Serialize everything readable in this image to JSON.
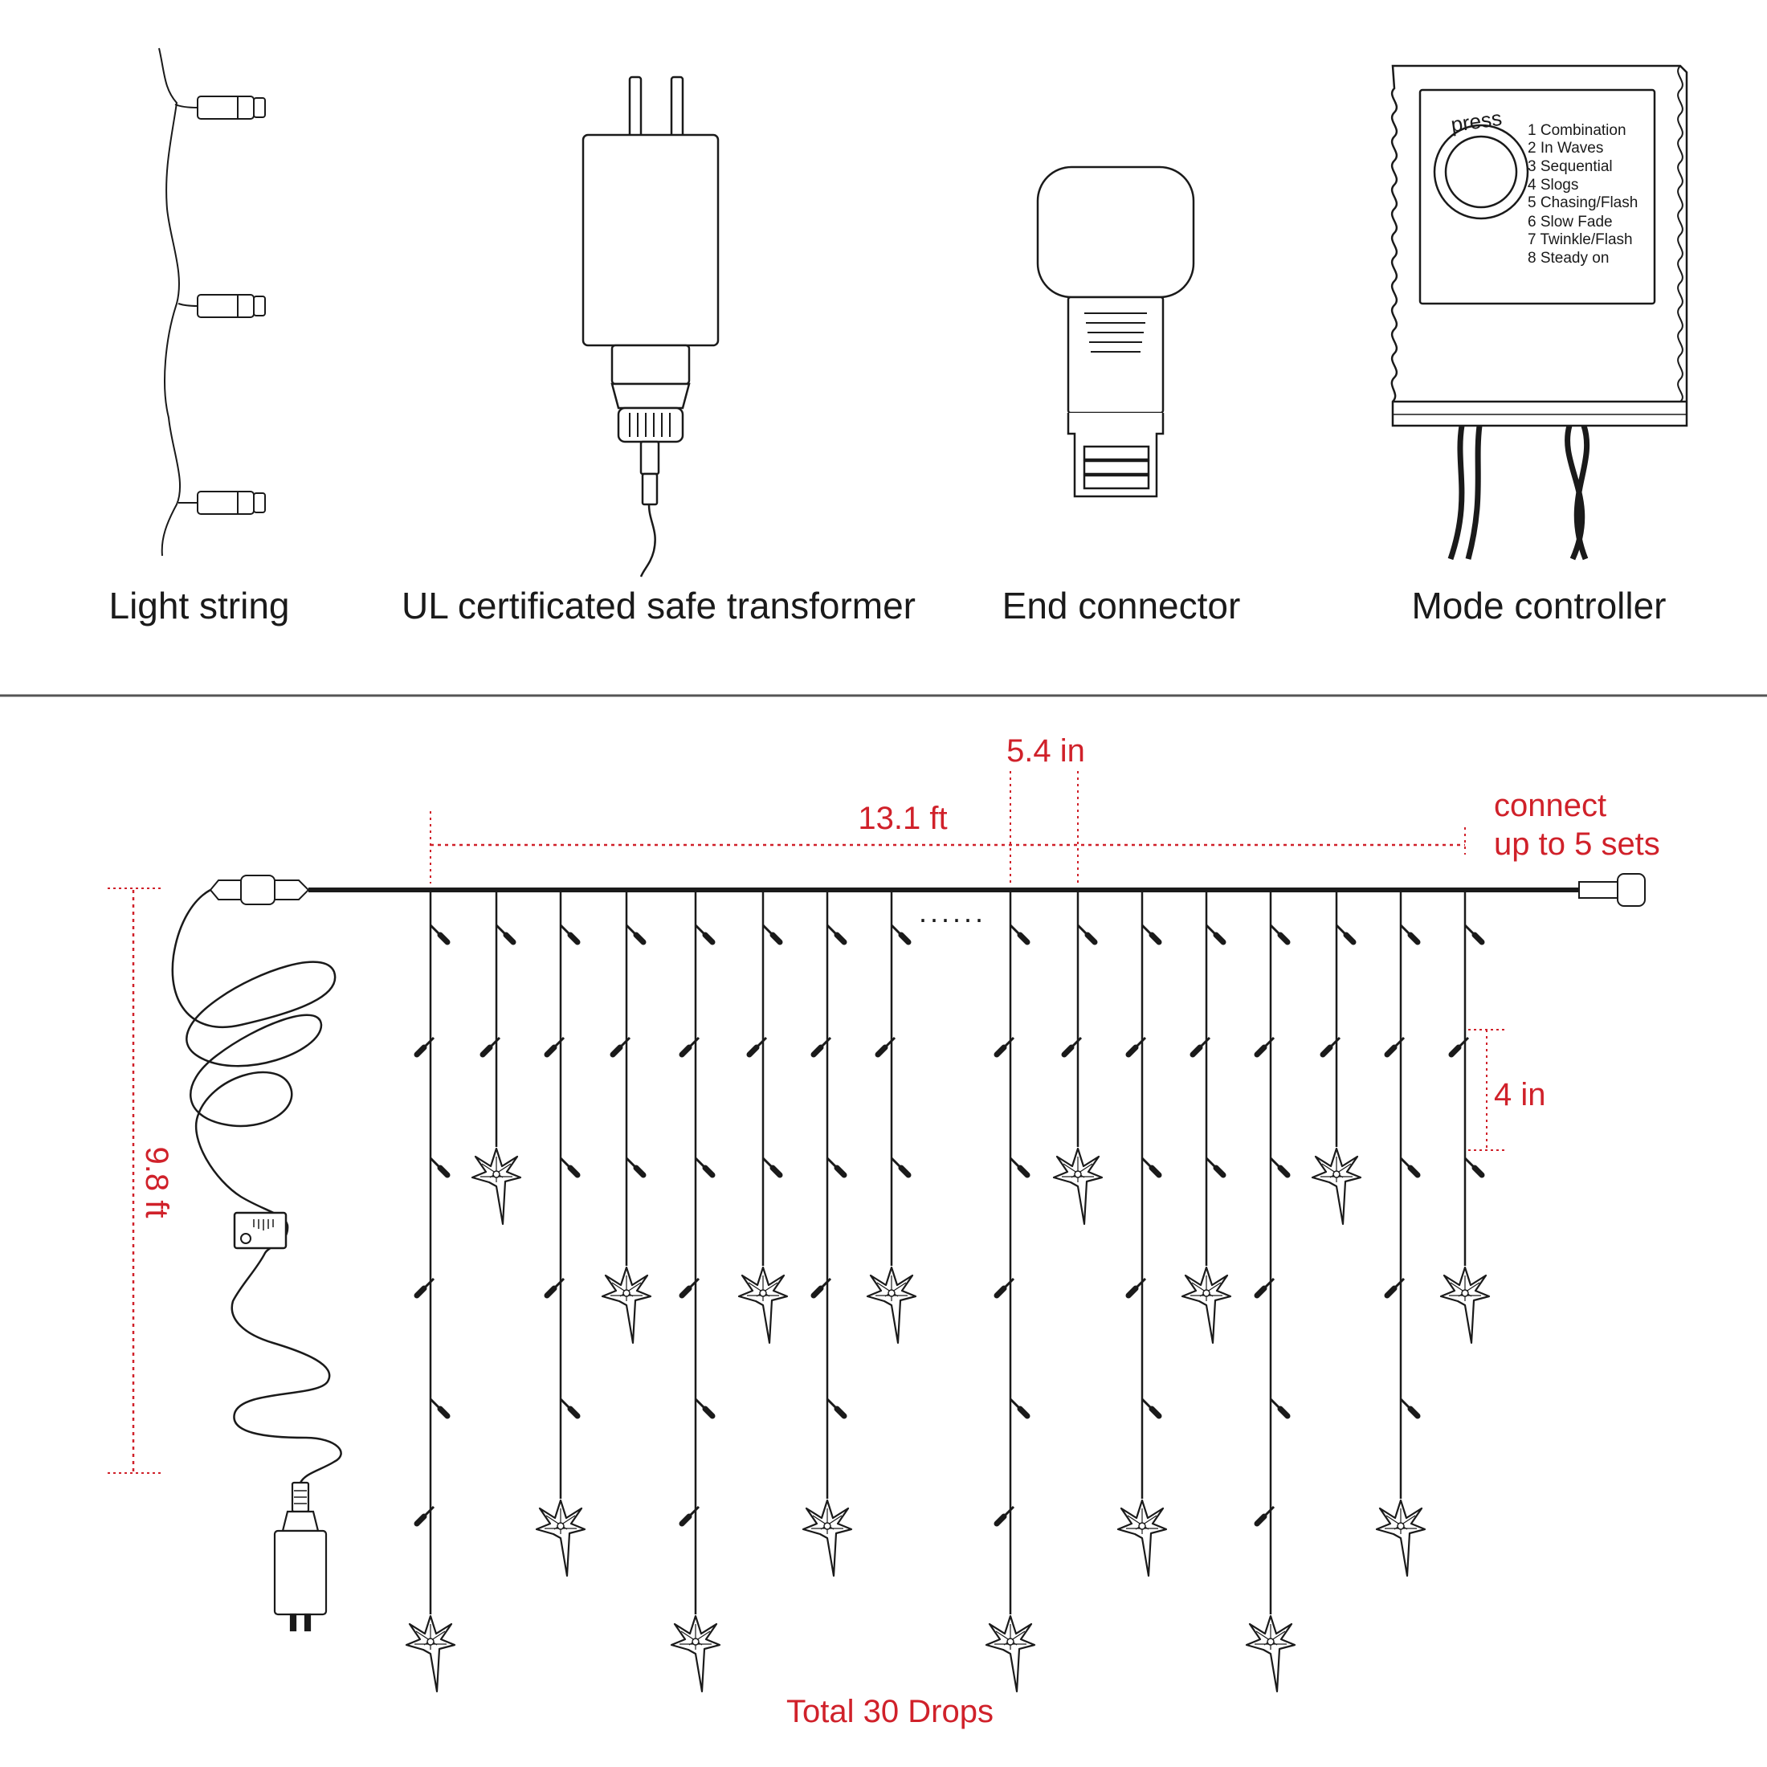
{
  "components": {
    "light_string_label": "Light string",
    "transformer_label": "UL certificated safe transformer",
    "end_connector_label": "End connector",
    "mode_controller_label": "Mode controller"
  },
  "controller": {
    "button_label": "press",
    "modes": [
      "1 Combination",
      "2 In Waves",
      "3 Sequential",
      "4 Slogs",
      "5 Chasing/Flash",
      "6 Slow Fade",
      "7 Twinkle/Flash",
      "8 Steady on"
    ]
  },
  "dimensions": {
    "drop_spacing": "5.4 in",
    "width": "13.1 ft",
    "connect": "connect",
    "connect_sets": "up to 5 sets",
    "bulb_spacing": "4 in",
    "lead_length": "9.8 ft",
    "ellipsis": "......",
    "total_drops": "Total 30 Drops"
  },
  "colors": {
    "line": "#1a1a1a",
    "dimension": "#d0212a",
    "divider": "#555555"
  },
  "icons": [
    "light-string-icon",
    "transformer-icon",
    "end-connector-icon",
    "mode-controller-icon",
    "star-icon",
    "plug-icon"
  ]
}
